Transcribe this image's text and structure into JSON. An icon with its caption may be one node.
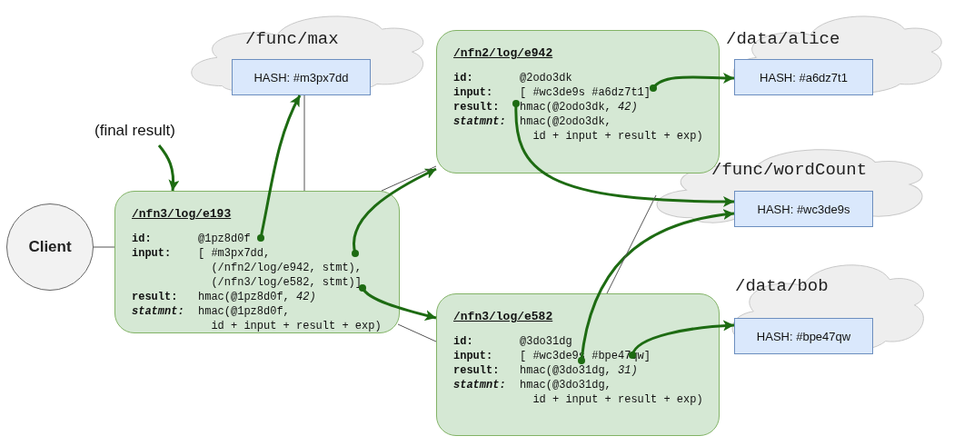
{
  "diagram": {
    "nodes": [
      {
        "text": [
          "Client"
        ]
      },
      {
        "text": [
          "(final result)"
        ]
      },
      {
        "text": [
          "/nfn3/log/e193",
          "id:",
          "@1pz8d0f",
          "input:",
          "[ #m3px7dd, (/nfn2/log/e942, stmt), (/nfn3/log/e582, stmt)]",
          "result:",
          "hmac(@1pz8d0f, *42)*",
          "statmnt:",
          "hmac(@1pz8d0f, id + input + result + exp)"
        ]
      },
      {
        "text": [
          "/nfn2/log/e942",
          "id:",
          "@2odo3dk",
          "input:",
          "[ #wc3de9s #a6dz7t1]",
          "result:",
          "hmac(@2odo3dk, *42)*",
          "statmnt:",
          "hmac(@2odo3dk, id + input + result + exp)"
        ]
      },
      {
        "text": [
          "/nfn3/log/e582",
          "id:",
          "@3do31dg",
          "input:",
          "[ #wc3de9s #bpe47qw]",
          "result:",
          "hmac(@3do31dg, *31)*",
          "statmnt:",
          "hmac(@3do31dg, id + input + result + exp)"
        ]
      },
      {
        "text": [
          "/func/max"
        ]
      },
      {
        "text": [
          "HASH: #m3px7dd"
        ],
        "in": 5
      },
      {
        "text": [
          "/data/alice"
        ]
      },
      {
        "text": [
          "HASH: #a6dz7t1"
        ],
        "in": 7
      },
      {
        "text": [
          "/func/wordCount"
        ]
      },
      {
        "text": [
          "HASH: #wc3de9s"
        ],
        "in": 9
      },
      {
        "text": [
          "/data/bob"
        ]
      },
      {
        "text": [
          "HASH: #bpe47qw"
        ],
        "in": 11
      }
    ],
    "edges": [
      {
        "from": 1,
        "to": 2,
        "arrow": "to"
      },
      {
        "from": 2,
        "to": 6,
        "arrow": "to"
      },
      {
        "from": 2,
        "to": 3,
        "arrow": "to"
      },
      {
        "from": 2,
        "to": 4,
        "arrow": "to"
      },
      {
        "from": 3,
        "to": 8,
        "arrow": "to"
      },
      {
        "from": 3,
        "to": 10,
        "arrow": "to"
      },
      {
        "from": 4,
        "to": 10,
        "arrow": "to"
      },
      {
        "from": 4,
        "to": 12,
        "arrow": "to"
      },
      {
        "from": 0,
        "to": 2,
        "arrow": "none",
        "color": "#555555"
      },
      {
        "from": 6,
        "to": 2,
        "arrow": "none",
        "color": "#555555"
      },
      {
        "from": 2,
        "to": 3,
        "arrow": "none",
        "color": "#555555"
      },
      {
        "from": 2,
        "to": 4,
        "arrow": "none",
        "color": "#555555"
      },
      {
        "from": 4,
        "to": 9,
        "arrow": "none",
        "color": "#555555"
      }
    ]
  }
}
